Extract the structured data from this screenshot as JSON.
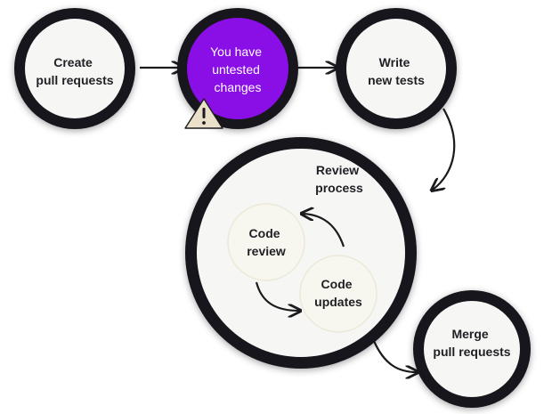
{
  "diagram": {
    "nodes": [
      {
        "id": "create",
        "lines": [
          "Create",
          "pull requests"
        ]
      },
      {
        "id": "untested",
        "lines": [
          "You have",
          "untested",
          "changes"
        ]
      },
      {
        "id": "write",
        "lines": [
          "Write",
          "new tests"
        ]
      },
      {
        "id": "review",
        "lines": [
          "Review",
          "process"
        ]
      },
      {
        "id": "code-review",
        "lines": [
          "Code",
          "review"
        ]
      },
      {
        "id": "code-updates",
        "lines": [
          "Code",
          "updates"
        ]
      },
      {
        "id": "merge",
        "lines": [
          "Merge",
          "pull requests"
        ]
      }
    ],
    "warning_icon": "warning-icon",
    "colors": {
      "ring": "#15151c",
      "node_fill": "#f6f6f4",
      "highlight_fill": "#8a0fe6",
      "inner_fill": "#f8f7ef",
      "warning_fill": "#eadfc8",
      "arrow": "#1b1b1f"
    }
  }
}
